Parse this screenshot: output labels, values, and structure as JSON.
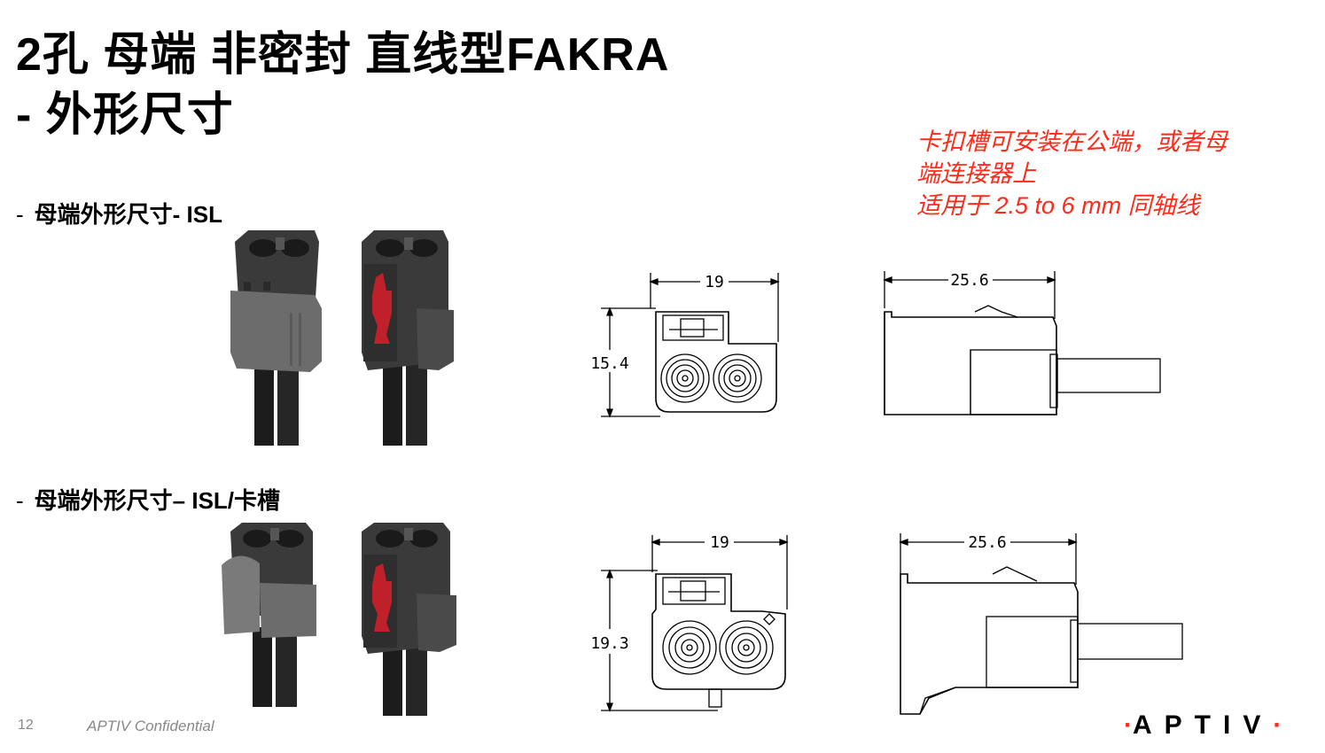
{
  "title": {
    "line1": "2孔 母端 非密封 直线型FAKRA",
    "line2": "- 外形尺寸"
  },
  "note": {
    "line1": "卡扣槽可安装在公端，或者母",
    "line2": "端连接器上",
    "line3": "适用于 2.5 to 6 mm 同轴线"
  },
  "section1": {
    "dash": "-",
    "label": "母端外形尺寸- ISL"
  },
  "section2": {
    "dash": "-",
    "label": "母端外形尺寸– ISL/卡槽"
  },
  "drawings": {
    "row1": {
      "front_width": "19",
      "front_height": "15.4",
      "side_length": "25.6"
    },
    "row2": {
      "front_width": "19",
      "front_height": "19.3",
      "side_length": "25.6"
    }
  },
  "footer": {
    "page_number": "12",
    "confidential": "APTIV Confidential",
    "logo": "APTIV"
  },
  "colors": {
    "accent": "#ff2a1a",
    "connector_dark": "#3a3a3a",
    "connector_gray": "#6a6a6a",
    "latch_red": "#c0202a"
  }
}
